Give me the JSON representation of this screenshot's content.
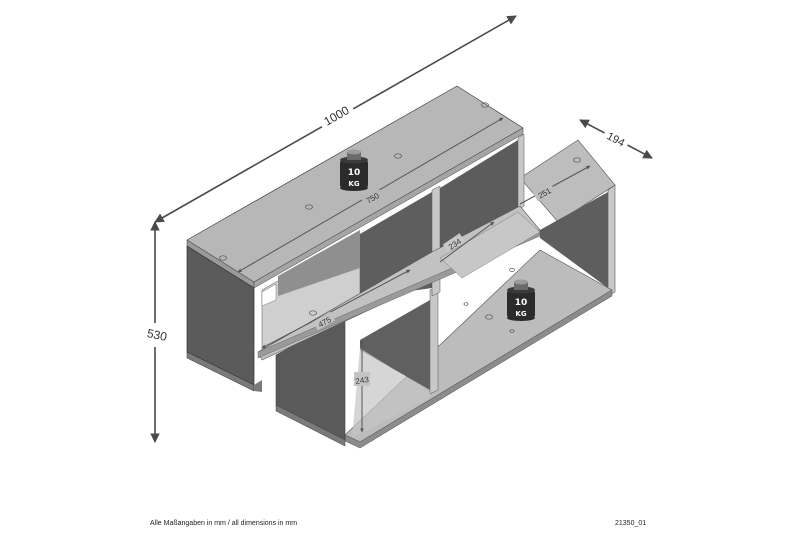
{
  "diagram": {
    "type": "isometric furniture dimension drawing",
    "subject": "wall shelf with offset cubbies",
    "colors": {
      "background": "#ffffff",
      "top_face": "#b9b9b9",
      "front_face": "#c8c8c8",
      "side_dark": "#5a5a5a",
      "inner_back": "#6a6a6a",
      "edge_line": "#3a3a3a",
      "arrow": "#4a4a4a",
      "weight_body": "#2b2b2b",
      "weight_cap": "#8a8a8a"
    },
    "dimensions": {
      "overall_width": "1000",
      "overall_height": "530",
      "depth": "194",
      "top_inner_length": "750",
      "lower_shelf_length": "475",
      "middle_compartment": "234",
      "right_compartment": "251",
      "compartment_height": "243"
    },
    "weights": [
      {
        "value": "10",
        "unit": "KG",
        "location": "top surface"
      },
      {
        "value": "10",
        "unit": "KG",
        "location": "lower right shelf"
      }
    ]
  },
  "footer": {
    "note": "Alle Maßangaben in mm / all dimensions in mm",
    "drawing_id": "21350_01"
  }
}
